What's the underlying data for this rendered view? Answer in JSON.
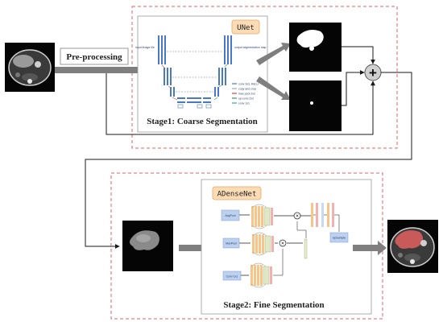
{
  "stage1": {
    "preprocessing_label": "Pre-processing",
    "model_badge": "UNet",
    "caption": "Stage1: Coarse Segmentation",
    "unet_side_labels": {
      "input": "input image tile",
      "output": "output segmentation map"
    },
    "unet_legend": [
      "conv 3x3, ReLU",
      "copy and crop",
      "max pool 2x2",
      "up-conv 2x2",
      "conv 1x1"
    ]
  },
  "stage2": {
    "model_badge": "ADenseNet",
    "caption": "Stage2: Fine Segmentation",
    "branch_labels": [
      "AvgPool",
      "MaxPool",
      "Conv 1x1"
    ],
    "output_block_label": "UpSample"
  },
  "fusion_symbol": "+",
  "multiply_symbol": "×",
  "colors": {
    "dashed_border": "#e0606a",
    "arrow_gray": "#7f7f7f",
    "badge_fill": "#fbdcb6",
    "badge_border": "#e8a85c",
    "liver_overlay": "#e26060",
    "scan_bg": "#050505"
  }
}
